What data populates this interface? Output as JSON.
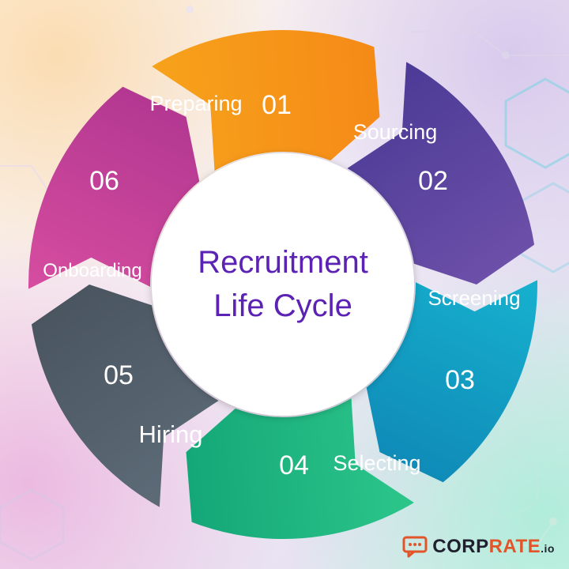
{
  "diagram": {
    "title_lines": [
      "Recruitment",
      "Life Cycle"
    ],
    "colors": {
      "title": "#5b22b4",
      "center_fill": "#ffffff",
      "label": "#ffffff"
    },
    "stages": [
      {
        "number": "01",
        "label": "Preparing",
        "color_start": "#f7a21b",
        "color_end": "#f58a17"
      },
      {
        "number": "02",
        "label": "Sourcing",
        "color_start": "#4b3b96",
        "color_end": "#6c4fa8"
      },
      {
        "number": "03",
        "label": "Screening",
        "color_start": "#17b1cf",
        "color_end": "#0f8bb8"
      },
      {
        "number": "04",
        "label": "Selecting",
        "color_start": "#2cc68a",
        "color_end": "#14a778"
      },
      {
        "number": "05",
        "label": "Hiring",
        "color_start": "#5d6b78",
        "color_end": "#4a5560"
      },
      {
        "number": "06",
        "label": "Onboarding",
        "color_start": "#d64da0",
        "color_end": "#b33891"
      }
    ]
  },
  "logo": {
    "icon": "speech-bubble-icon",
    "text_dark": "CORP",
    "text_accent": "RATE",
    "suffix": ".io",
    "accent_color": "#e2552a"
  }
}
